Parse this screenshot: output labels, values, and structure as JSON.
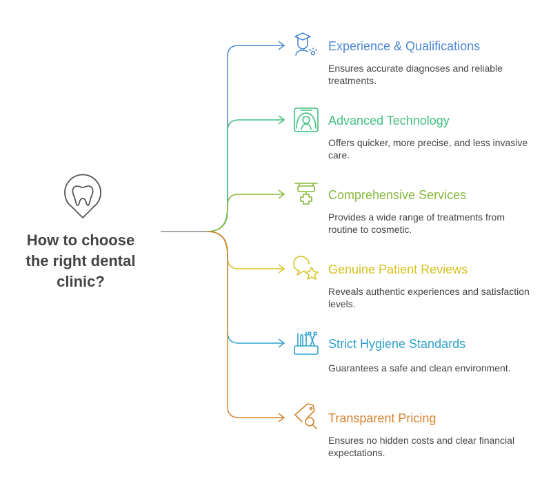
{
  "title": "How to choose\nthe right dental\nclinic?",
  "center_icon": "tooth-pin-icon",
  "items": [
    {
      "title": "Experience & Qualifications",
      "desc": "Ensures accurate diagnoses and reliable treatments.",
      "color": "#4a87d6",
      "icon": "graduate-icon"
    },
    {
      "title": "Advanced Technology",
      "desc": "Offers quicker, more precise, and less invasive care.",
      "color": "#3fbf7f",
      "icon": "dental-scanner-icon"
    },
    {
      "title": "Comprehensive Services",
      "desc": "Provides a wide range of treatments from routine to cosmetic.",
      "color": "#86b83a",
      "icon": "dental-lamp-icon"
    },
    {
      "title": "Genuine Patient Reviews",
      "desc": "Reveals authentic experiences and satisfaction levels.",
      "color": "#d6c221",
      "icon": "review-star-icon"
    },
    {
      "title": "Strict Hygiene Standards",
      "desc": "Guarantees a safe and clean environment.",
      "color": "#2ea2cc",
      "icon": "dental-tools-icon"
    },
    {
      "title": "Transparent Pricing",
      "desc": "Ensures no hidden costs and clear financial expectations.",
      "color": "#d6822e",
      "icon": "price-tag-search-icon"
    }
  ]
}
